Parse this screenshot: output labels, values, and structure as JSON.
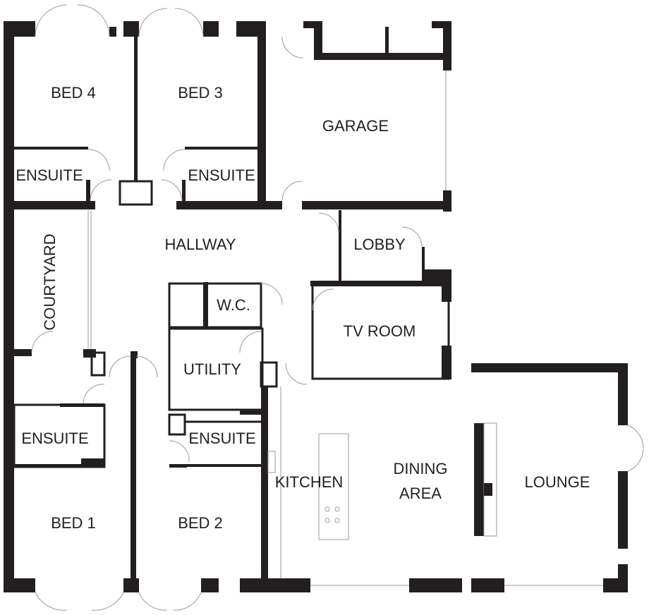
{
  "rooms": {
    "bed4": "BED 4",
    "bed3": "BED 3",
    "garage": "GARAGE",
    "ensuite_bed4": "ENSUITE",
    "ensuite_bed3": "ENSUITE",
    "hallway": "HALLWAY",
    "courtyard": "COURTYARD",
    "lobby": "LOBBY",
    "wc": "W.C.",
    "tv_room": "TV ROOM",
    "utility": "UTILITY",
    "ensuite_bed1": "ENSUITE",
    "ensuite_bed2": "ENSUITE",
    "kitchen": "KITCHEN",
    "dining_line1": "DINING",
    "dining_line2": "AREA",
    "lounge": "LOUNGE",
    "bed1": "BED 1",
    "bed2": "BED 2"
  },
  "colors": {
    "wall": "#231f20",
    "background": "#ffffff"
  }
}
